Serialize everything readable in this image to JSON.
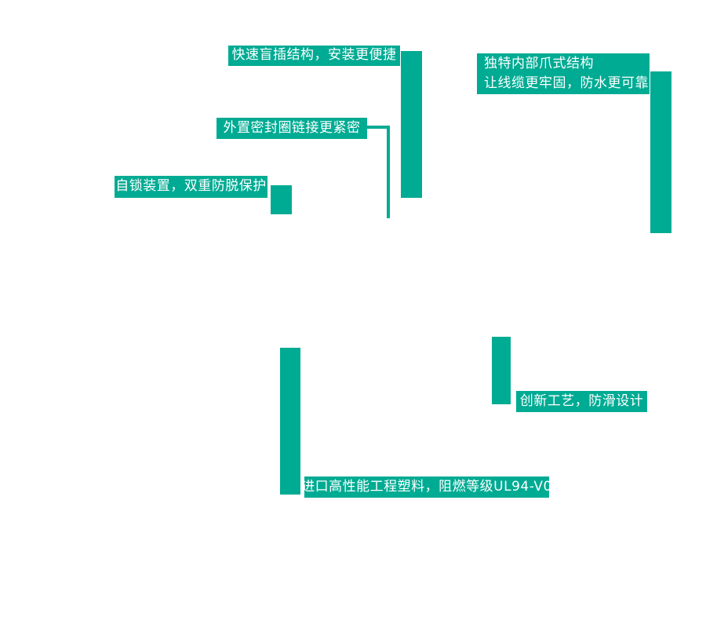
{
  "colors": {
    "accent": "#00ab93",
    "label_text": "#ffffff",
    "background": "#ffffff"
  },
  "callouts": {
    "quick_insert": {
      "label": "快速盲插结构，安装更便捷"
    },
    "claw_structure": {
      "line1": "独特内部爪式结构",
      "line2": "让线缆更牢固，防水更可靠"
    },
    "seal_ring": {
      "label": "外置密封圈链接更紧密"
    },
    "self_lock": {
      "label": "自锁装置，双重防脱保护"
    },
    "anti_slip": {
      "label": "创新工艺，防滑设计"
    },
    "material": {
      "label": "进口高性能工程塑料，阻燃等级UL94-V0"
    }
  }
}
